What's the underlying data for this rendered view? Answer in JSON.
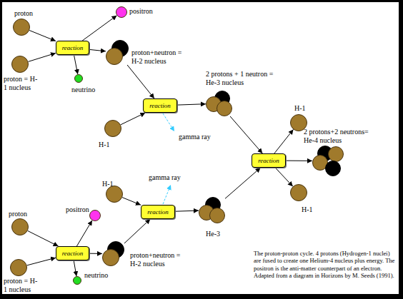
{
  "diagram": {
    "caption": "The proton-proton cycle. 4 protons (Hydrogen-1 nuclei) are fused to create one Helium-4 nucleus plus energy. The positron is the anti-matter counterpart of an electron. Adapted from a diagram in Horizons by M. Seeds (1991).",
    "nodes": [
      {
        "text": [
          "positron"
        ]
      },
      {
        "text": [
          "proton"
        ]
      },
      {
        "text": [
          "reaction"
        ]
      },
      {
        "text": [
          "proton+neutron = H-2 nucleus"
        ]
      },
      {
        "text": [
          "proton = H-1 nucleus"
        ]
      },
      {
        "text": [
          "neutrino"
        ]
      },
      {
        "text": [
          "2 protons + 1 neutron = He-3 nucleus"
        ]
      },
      {
        "text": [
          "reaction"
        ]
      },
      {
        "text": [
          "H-1"
        ]
      },
      {
        "text": [
          "H-1"
        ]
      },
      {
        "text": [
          "2 protons+2 neutrons= He-4 nucleus"
        ]
      },
      {
        "text": [
          "reaction"
        ]
      },
      {
        "text": [
          "H-1"
        ]
      },
      {
        "text": [
          "reaction"
        ]
      },
      {
        "text": [
          "He-3"
        ]
      },
      {
        "text": [
          "H-1"
        ]
      },
      {
        "text": [
          "positron"
        ]
      },
      {
        "text": [
          "proton"
        ]
      },
      {
        "text": [
          "reaction"
        ]
      },
      {
        "text": [
          "proton+neutron = H-2 nucleus"
        ]
      },
      {
        "text": [
          "proton = H-1 nucleus"
        ]
      },
      {
        "text": [
          "neutrino"
        ]
      }
    ],
    "edges": [
      {
        "from": 1,
        "to": 2,
        "arrow": "to"
      },
      {
        "from": 4,
        "to": 2,
        "arrow": "to"
      },
      {
        "from": 2,
        "to": 0,
        "arrow": "to"
      },
      {
        "from": 2,
        "to": 5,
        "arrow": "to"
      },
      {
        "from": 2,
        "to": 3,
        "arrow": "to"
      },
      {
        "from": 3,
        "to": 7,
        "arrow": "to"
      },
      {
        "from": 8,
        "to": 7,
        "arrow": "to"
      },
      {
        "from": 7,
        "to": 6,
        "arrow": "to"
      },
      {
        "from": 6,
        "to": 11,
        "arrow": "to"
      },
      {
        "from": 14,
        "to": 11,
        "arrow": "to"
      },
      {
        "from": 11,
        "to": 9,
        "arrow": "to"
      },
      {
        "from": 11,
        "to": 15,
        "arrow": "to"
      },
      {
        "from": 11,
        "to": 10,
        "arrow": "to"
      },
      {
        "from": 12,
        "to": 13,
        "arrow": "to"
      },
      {
        "from": 19,
        "to": 13,
        "arrow": "to"
      },
      {
        "from": 13,
        "to": 14,
        "arrow": "to"
      },
      {
        "from": 17,
        "to": 18,
        "arrow": "to"
      },
      {
        "from": 20,
        "to": 18,
        "arrow": "to"
      },
      {
        "from": 18,
        "to": 16,
        "arrow": "to"
      },
      {
        "from": 18,
        "to": 21,
        "arrow": "to"
      },
      {
        "from": 18,
        "to": 19,
        "arrow": "to"
      }
    ],
    "labels": [
      "gamma ray",
      "gamma ray"
    ]
  }
}
